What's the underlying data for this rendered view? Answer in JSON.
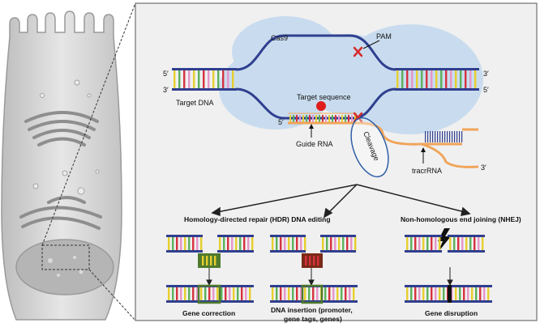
{
  "labels": {
    "cas9": "Cas9",
    "pam": "PAM",
    "five_prime": "5′",
    "three_prime": "3′",
    "target_dna": "Target DNA",
    "target_sequence": "Target sequence",
    "guide_rna": "Guide RNA",
    "tracr_rna": "tracrRNA",
    "cleavage": "Cleavage",
    "hdr_title": "Homology-directed repair (HDR) DNA editing",
    "nhej_title": "Non-homologous end joining (NHEJ)",
    "gene_correction": "Gene correction",
    "dna_insertion_line1": "DNA insertion (promoter,",
    "dna_insertion_line2": "gene tags, genes)",
    "gene_disruption": "Gene disruption"
  },
  "colors": {
    "dna_backbone": "#2f3f8f",
    "base_yellow": "#e6cf2e",
    "base_green": "#5db15d",
    "base_red": "#d6323f",
    "base_pink": "#e596c9",
    "cas9_body": "#c9dcef",
    "cleavage_mark": "#d62b2b",
    "tracr_rna": "#f0a55a",
    "donor_green": "#4f7a2c",
    "donor_brown": "#7a2a18",
    "cell_body": "#dcdcdc"
  }
}
